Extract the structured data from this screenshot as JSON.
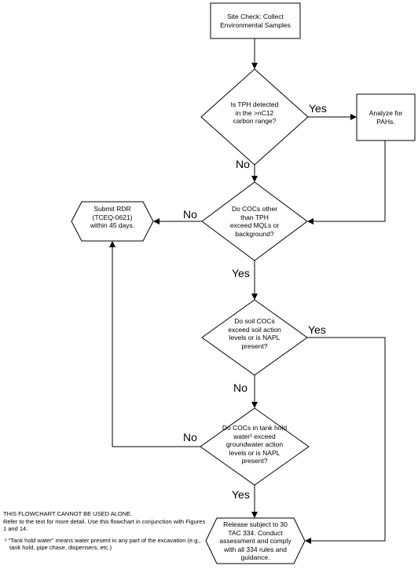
{
  "nodes": {
    "start": "Site Check: Collect Environmental Samples",
    "tph_question": "Is TPH detected in the >nC12 carbon range?",
    "analyze_pahs": "Analyze for PAHs.",
    "cocs_question": "Do COCs other than TPH exceed MQLs or background?",
    "submit_rdr": "Submit RDR (TCEQ-0621) within 45 days.",
    "soil_question": "Do soil COCs exceed soil action levels or is NAPL present?",
    "tank_question": "Do COCs in tank hold water¹ exceed groundwater action levels or is NAPL present?",
    "release_box": "Release subject to 30 TAC 334. Conduct assessment and comply with all 334 rules and guidance."
  },
  "edges": {
    "tph_yes": "Yes",
    "tph_no": "No",
    "cocs_no": "No",
    "cocs_yes": "Yes",
    "soil_yes": "Yes",
    "soil_no": "No",
    "tank_no": "No",
    "tank_yes": "Yes"
  },
  "notes": {
    "warning": "THIS FLOWCHART CANNOT BE USED ALONE.",
    "instructions": "Refer to the text for more detail. Use this flowchart in conjunction with Figures 1 and 14.",
    "footnote": "¹ \"Tank hold water\" means water present in any part of the excavation (e.g., tank hold, pipe chase, dispensers, etc.)"
  }
}
